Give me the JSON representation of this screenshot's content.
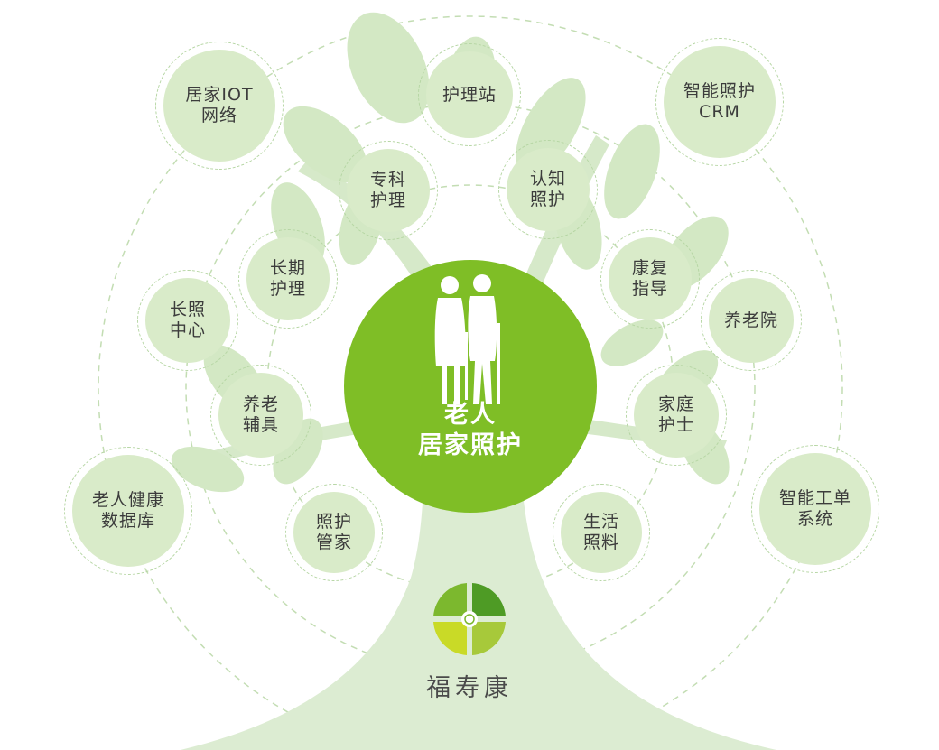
{
  "center": {
    "label": "老人\n居家照护"
  },
  "brand": {
    "name": "福寿康"
  },
  "nodes": [
    {
      "id": "home-iot-network",
      "label": "居家IOT\n网络"
    },
    {
      "id": "nursing-station",
      "label": "护理站"
    },
    {
      "id": "smart-care-crm",
      "label": "智能照护\nCRM"
    },
    {
      "id": "specialist-nursing",
      "label": "专科\n护理"
    },
    {
      "id": "cognitive-care",
      "label": "认知\n照护"
    },
    {
      "id": "long-term-care",
      "label": "长期\n护理"
    },
    {
      "id": "rehab-guidance",
      "label": "康复\n指导"
    },
    {
      "id": "long-term-care-center",
      "label": "长照\n中心"
    },
    {
      "id": "nursing-home",
      "label": "养老院"
    },
    {
      "id": "elderly-aids",
      "label": "养老\n辅具"
    },
    {
      "id": "family-nurse",
      "label": "家庭\n护士"
    },
    {
      "id": "elderly-health-database",
      "label": "老人健康\n数据库"
    },
    {
      "id": "smart-work-order-system",
      "label": "智能工单\n系统"
    },
    {
      "id": "care-butler",
      "label": "照护\n管家"
    },
    {
      "id": "daily-living-care",
      "label": "生活\n照料"
    }
  ],
  "colors": {
    "center": "#7fbe26",
    "node": "#d9ebc9",
    "tree": "#dcecd2",
    "ring": "#b6d6a4"
  }
}
